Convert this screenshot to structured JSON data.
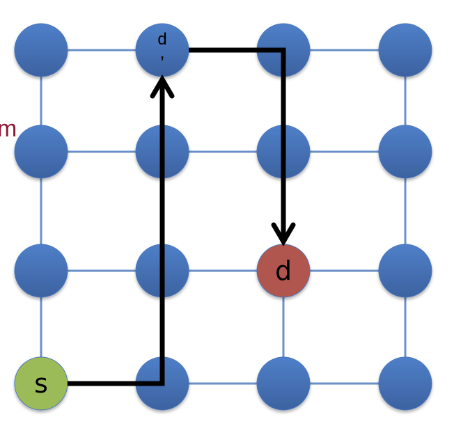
{
  "side_label": "m",
  "grid": {
    "rows": 4,
    "cols": 4
  },
  "nodes": [
    {
      "row": 0,
      "col": 1,
      "label": "d",
      "sublabel": "’",
      "role": "intermediate"
    },
    {
      "row": 2,
      "col": 2,
      "label": "d",
      "role": "destination"
    },
    {
      "row": 3,
      "col": 0,
      "label": "s",
      "role": "source"
    }
  ],
  "path": [
    [
      3,
      0
    ],
    [
      3,
      1
    ],
    [
      0,
      1
    ],
    [
      0,
      2
    ],
    [
      2,
      2
    ]
  ],
  "colors": {
    "node": "#4a76bd",
    "node_dark": "#3d65a6",
    "edge": "#6a90c8",
    "source": "#9bbb59",
    "destination": "#b0574f",
    "path": "#000000",
    "side_label": "#8b1a3a"
  }
}
